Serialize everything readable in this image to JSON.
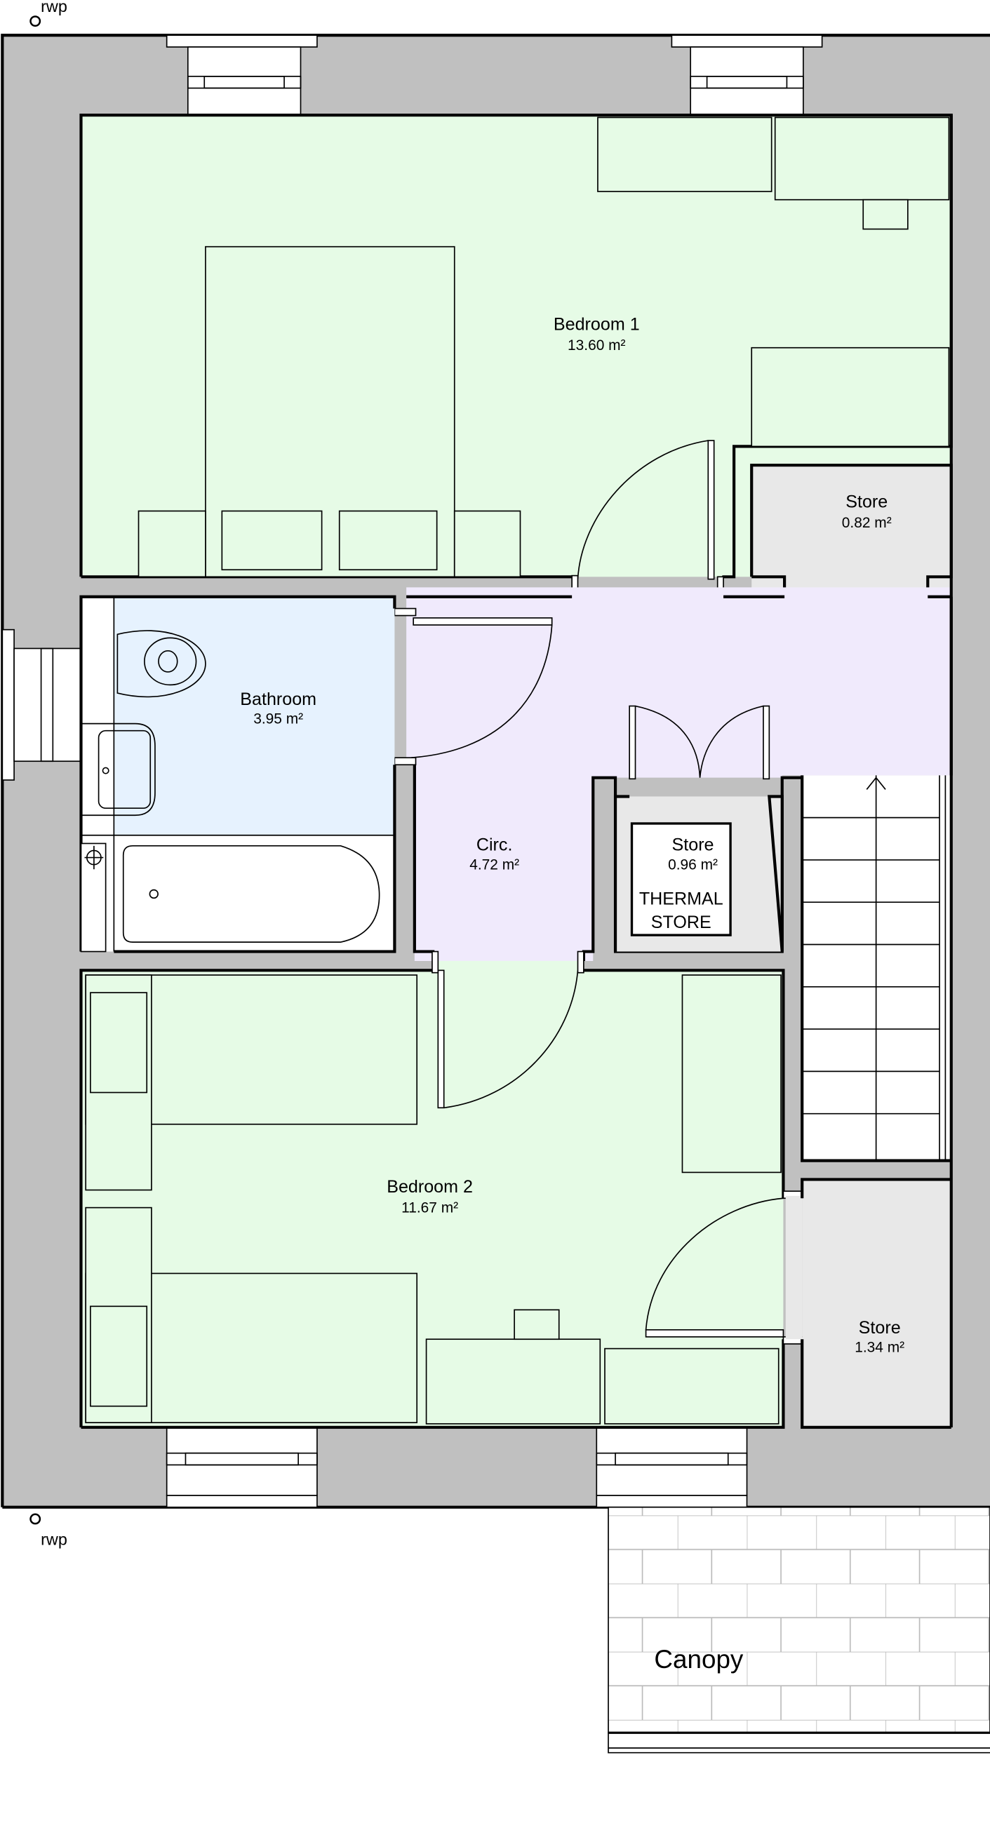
{
  "plan": {
    "rooms": [
      {
        "name": "Bedroom 1",
        "area": "13.60 m²"
      },
      {
        "name": "Store",
        "area": "0.82 m²"
      },
      {
        "name": "Bathroom",
        "area": "3.95 m²"
      },
      {
        "name": "Circ.",
        "area": "4.72 m²"
      },
      {
        "name": "Store",
        "area": "0.96 m²",
        "note1": "THERMAL",
        "note2": "STORE"
      },
      {
        "name": "Bedroom 2",
        "area": "11.67 m²"
      },
      {
        "name": "Store",
        "area": "1.34 m²"
      }
    ],
    "canopy": "Canopy",
    "rwp_top": "rwp",
    "rwp_bottom": "rwp",
    "colors": {
      "wall": "#c0c0c0",
      "bedroom": "#e6fbe6",
      "bathroom": "#e6f2fe",
      "circulation": "#f0eafc",
      "store": "#e8e8e8"
    }
  }
}
